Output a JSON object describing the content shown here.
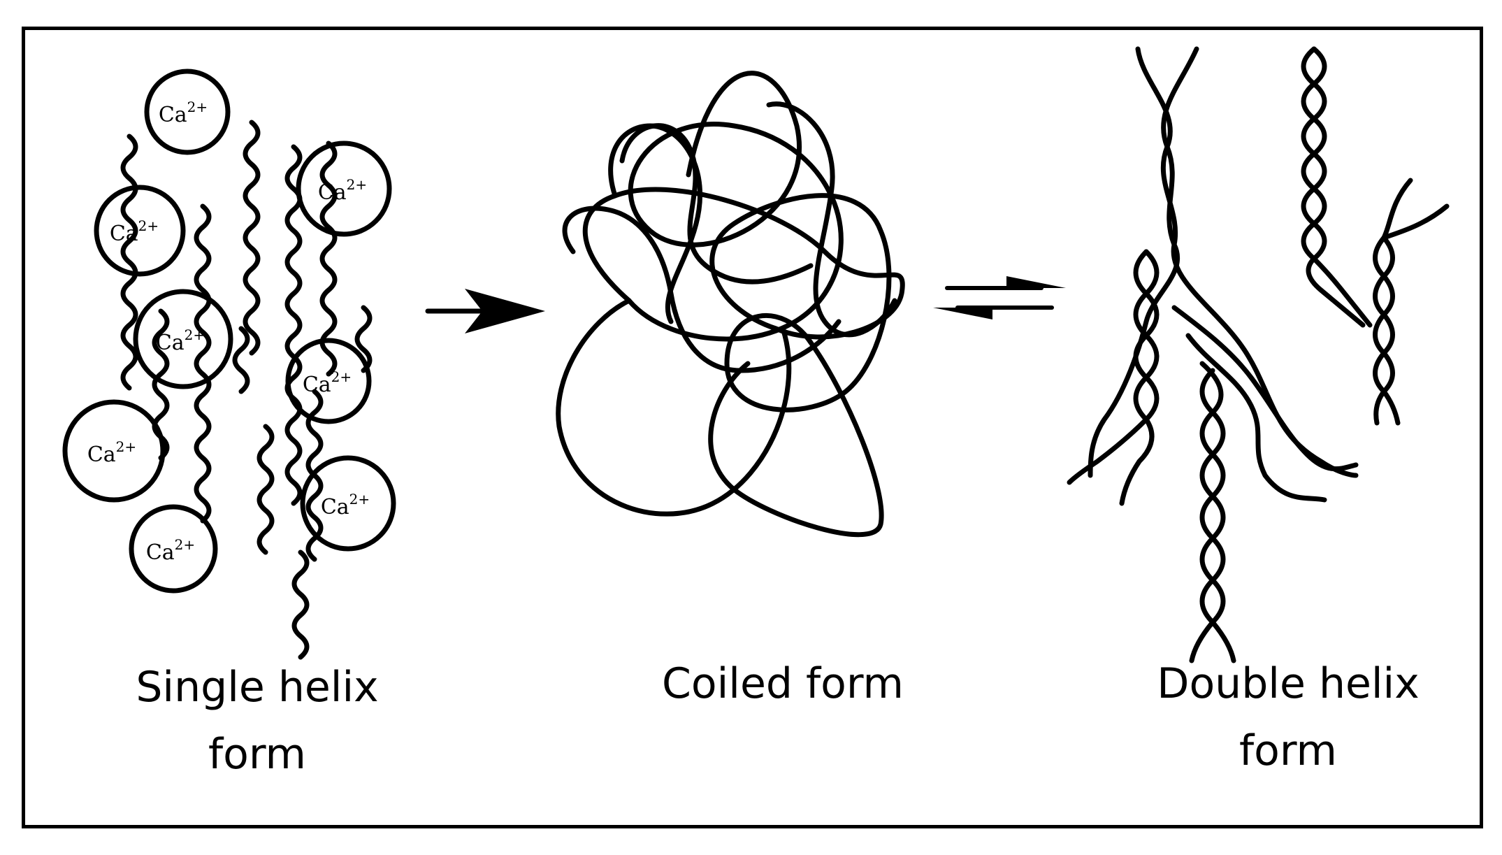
{
  "colors": {
    "ink": "#000000",
    "background": "#ffffff"
  },
  "ion": {
    "symbol": "Ca",
    "charge": "2+"
  },
  "panels": {
    "single_helix": {
      "caption_line1": "Single helix",
      "caption_line2": "form"
    },
    "coiled": {
      "caption_line1": "Coiled form"
    },
    "double_helix": {
      "caption_line1": "Double helix",
      "caption_line2": "form"
    }
  }
}
